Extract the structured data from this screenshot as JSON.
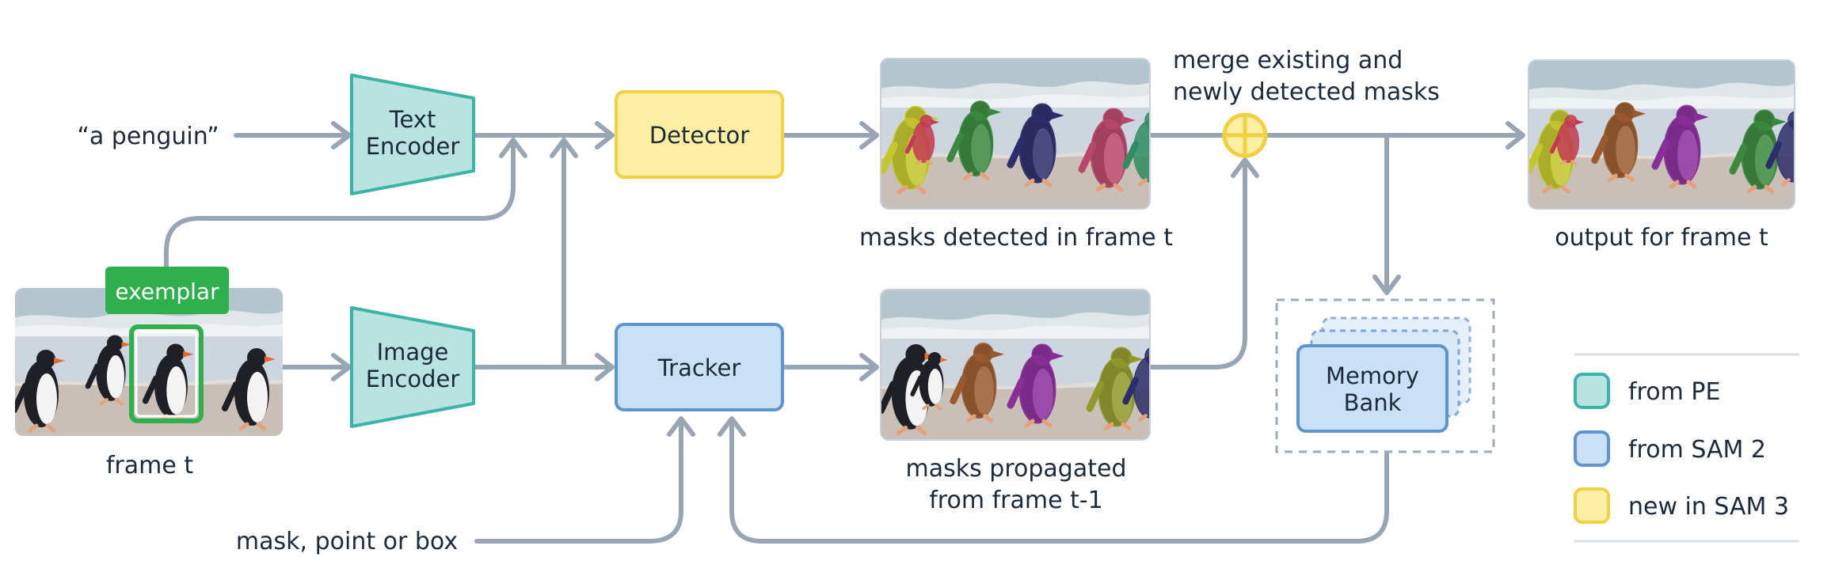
{
  "inputs": {
    "text_prompt": "“a penguin”",
    "frame_label": "frame t",
    "exemplar_badge": "exemplar",
    "visual_prompt": "mask, point or box"
  },
  "nodes": {
    "text_encoder": [
      "Text",
      "Encoder"
    ],
    "image_encoder": [
      "Image",
      "Encoder"
    ],
    "detector": "Detector",
    "tracker": "Tracker",
    "memory_bank": [
      "Memory",
      "Bank"
    ]
  },
  "captions": {
    "detected": "masks detected in frame t",
    "propagated": [
      "masks propagated",
      "from frame t-1"
    ],
    "merge": [
      "merge existing and",
      "newly detected masks"
    ],
    "output": "output for frame t"
  },
  "legend": [
    {
      "label": "from PE",
      "fill": "#b8e3e1",
      "stroke": "#3bb3a6"
    },
    {
      "label": "from SAM 2",
      "fill": "#c9e1f6",
      "stroke": "#5f95cf"
    },
    {
      "label": "new in SAM 3",
      "fill": "#fcefa4",
      "stroke": "#f1d142"
    }
  ],
  "colors": {
    "wire": "#98a6b3",
    "pe_fill": "#b8e3e1",
    "pe_stroke": "#3bb3a6",
    "sam2_fill": "#c9e1f6",
    "sam2_stroke": "#5f95cf",
    "sam3_fill": "#fcefa4",
    "sam3_stroke": "#f1d142",
    "exemplar": "#2fb04d"
  }
}
